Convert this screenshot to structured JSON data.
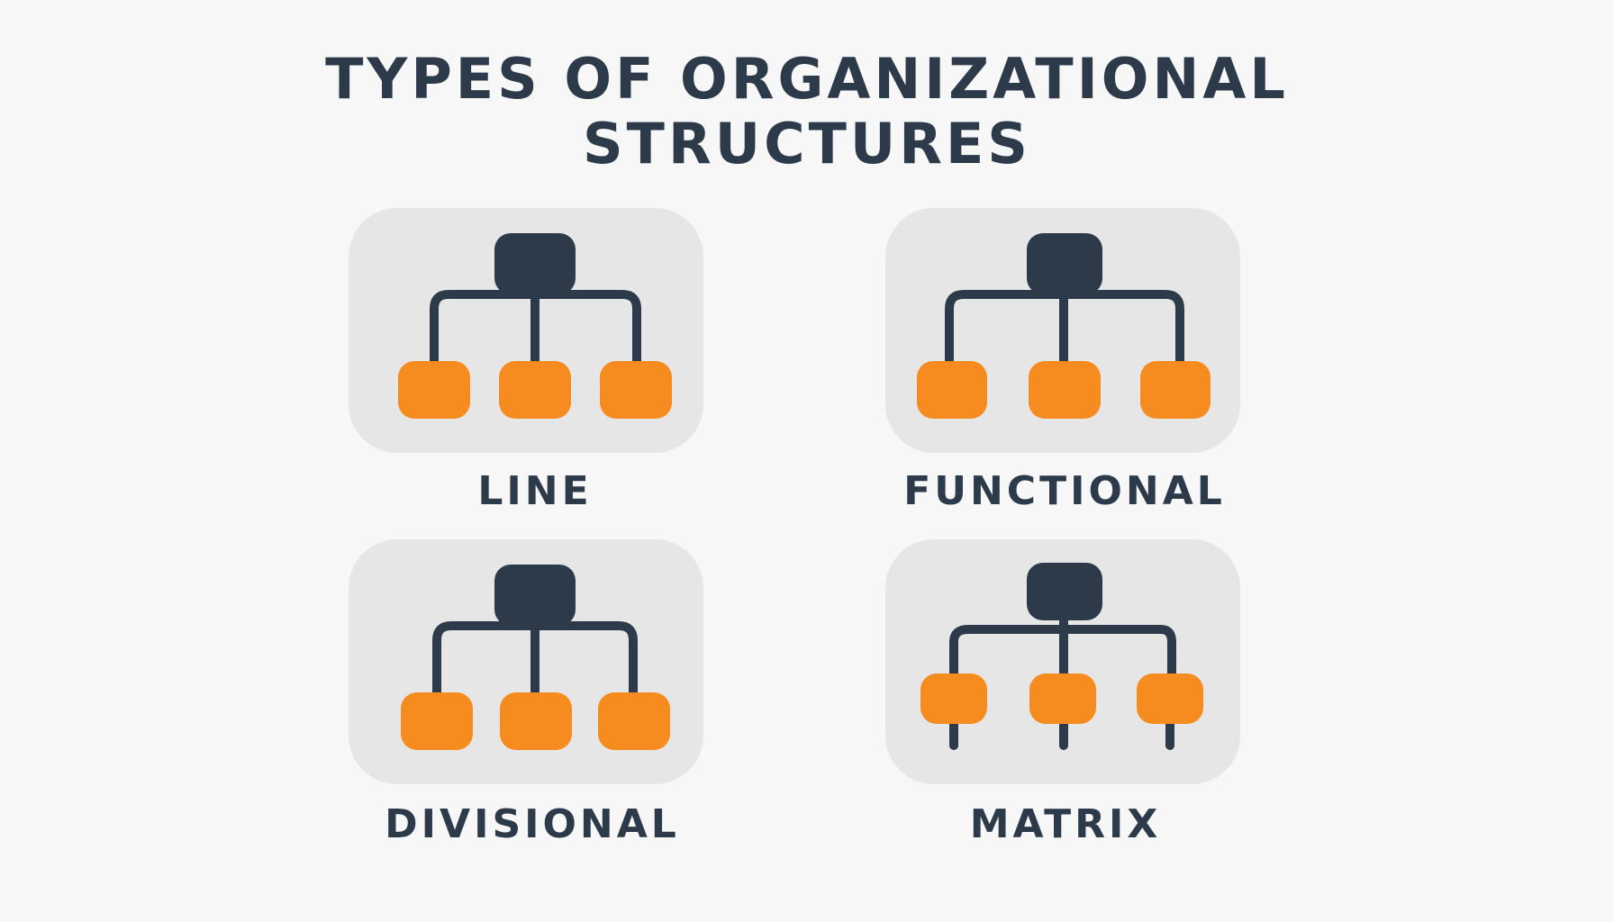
{
  "title": {
    "line1": "TYPES OF ORGANIZATIONAL",
    "line2": "STRUCTURES"
  },
  "structures": [
    {
      "label": "LINE"
    },
    {
      "label": "FUNCTIONAL"
    },
    {
      "label": "DIVISIONAL"
    },
    {
      "label": "MATRIX"
    }
  ],
  "colors": {
    "background": "#f7f7f7",
    "card": "#e6e6e6",
    "head_node": "#2d3a4a",
    "child_node": "#f68b1f",
    "connector": "#2d3a4a",
    "text": "#2d3a4a"
  }
}
